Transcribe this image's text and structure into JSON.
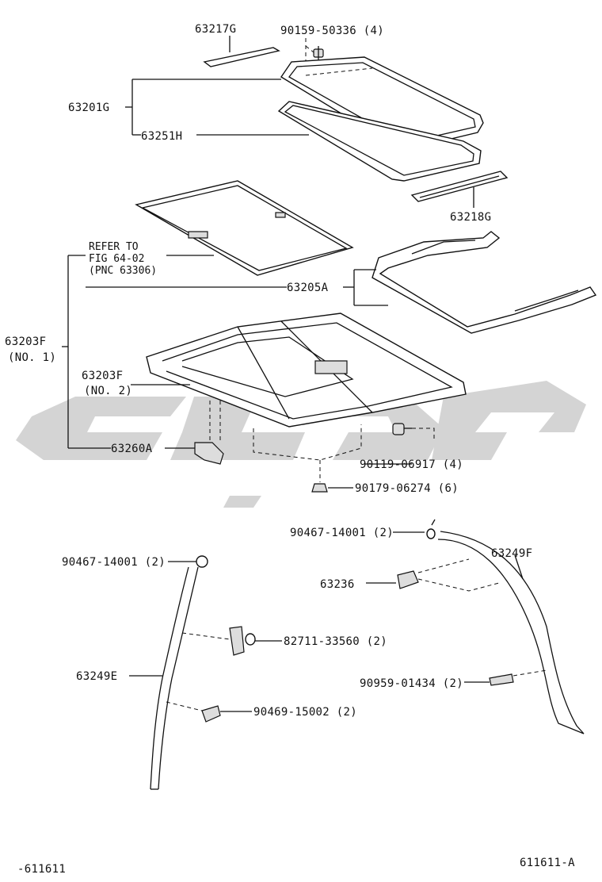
{
  "labels": {
    "p63217G": "63217G",
    "p90159": "90159-50336 (4)",
    "p63201G": "63201G",
    "p63251H": "63251H",
    "p63218G": "63218G",
    "refer1": "REFER TO",
    "refer2": "FIG 64-02",
    "refer3": "(PNC 63306)",
    "p63205A": "63205A",
    "p63203F_1a": "63203F",
    "p63203F_1b": "(NO. 1)",
    "p63203F_2a": "63203F",
    "p63203F_2b": "(NO. 2)",
    "p63260A": "63260A",
    "p90119": "90119-06917 (4)",
    "p90179": "90179-06274 (6)",
    "p90467_r": "90467-14001 (2)",
    "p63249F": "63249F",
    "p63236": "63236",
    "p90467_l": "90467-14001 (2)",
    "p82711": "82711-33560 (2)",
    "p63249E": "63249E",
    "p90959": "90959-01434 (2)",
    "p90469": "90469-15002 (2)",
    "footer_left": "-611611",
    "footer_right": "611611-A"
  },
  "watermark": {
    "color": "#d4d4d4"
  }
}
